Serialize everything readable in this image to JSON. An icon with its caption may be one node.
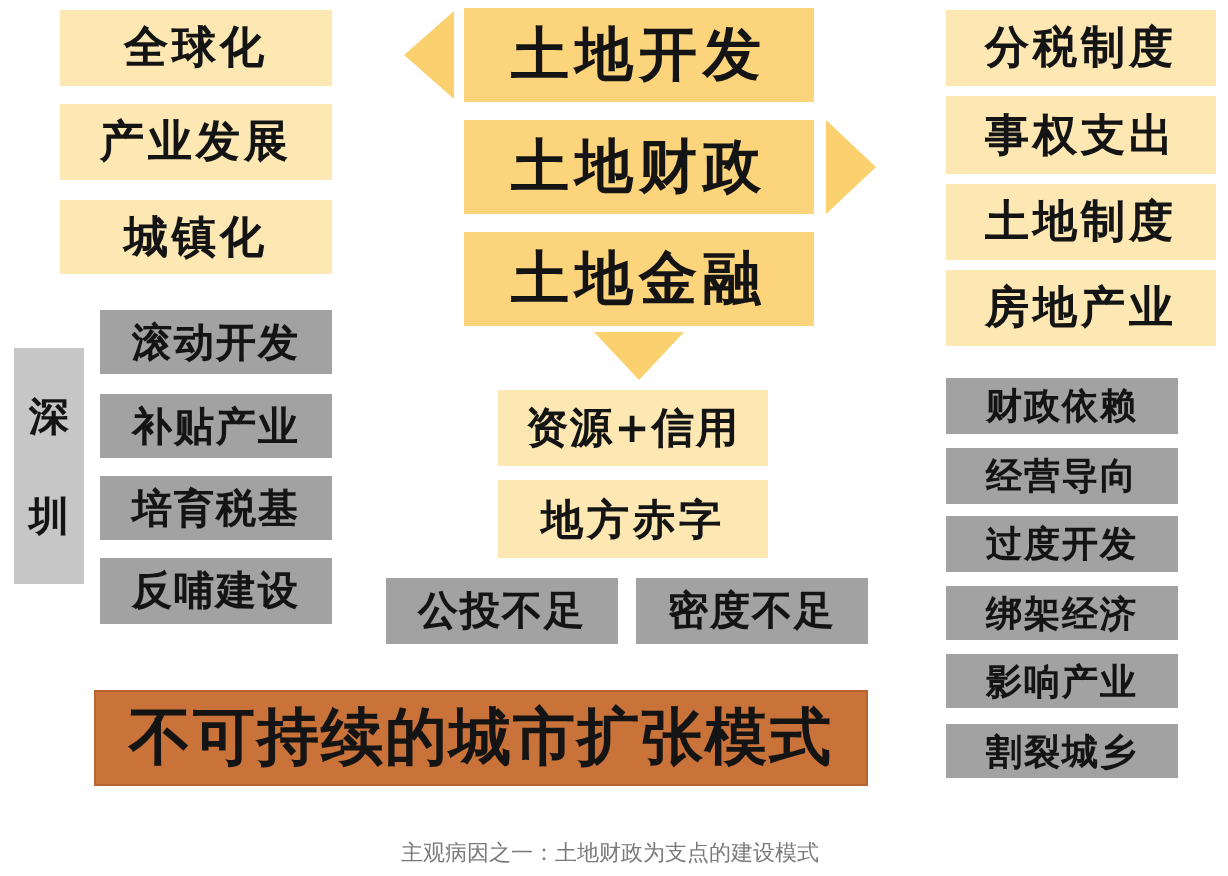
{
  "diagram": {
    "caption": "主观病因之一：土地财政为支点的建设模式",
    "nodes": [
      {
        "text": [
          "全球化"
        ]
      },
      {
        "text": [
          "产业发展"
        ]
      },
      {
        "text": [
          "城镇化"
        ]
      },
      {
        "text": [
          "土地开发"
        ]
      },
      {
        "text": [
          "土地财政"
        ]
      },
      {
        "text": [
          "土地金融"
        ]
      },
      {
        "text": [
          "分税制度"
        ]
      },
      {
        "text": [
          "事权支出"
        ]
      },
      {
        "text": [
          "土地制度"
        ]
      },
      {
        "text": [
          "房地产业"
        ]
      },
      {
        "text": [
          "深圳"
        ]
      },
      {
        "text": [
          "滚动开发"
        ]
      },
      {
        "text": [
          "补贴产业"
        ]
      },
      {
        "text": [
          "培育税基"
        ]
      },
      {
        "text": [
          "反哺建设"
        ]
      },
      {
        "text": [
          "资源+信用"
        ]
      },
      {
        "text": [
          "地方赤字"
        ]
      },
      {
        "text": [
          "公投不足"
        ]
      },
      {
        "text": [
          "密度不足"
        ]
      },
      {
        "text": [
          "财政依赖"
        ]
      },
      {
        "text": [
          "经营导向"
        ]
      },
      {
        "text": [
          "过度开发"
        ]
      },
      {
        "text": [
          "绑架经济"
        ]
      },
      {
        "text": [
          "影响产业"
        ]
      },
      {
        "text": [
          "割裂城乡"
        ]
      },
      {
        "text": [
          "不可持续的城市扩张模式"
        ]
      }
    ],
    "edges": [
      {
        "from": 3,
        "to": 0,
        "arrow": "to"
      },
      {
        "from": 4,
        "to": 7,
        "arrow": "to"
      },
      {
        "from": 5,
        "to": 15,
        "arrow": "to"
      }
    ]
  }
}
